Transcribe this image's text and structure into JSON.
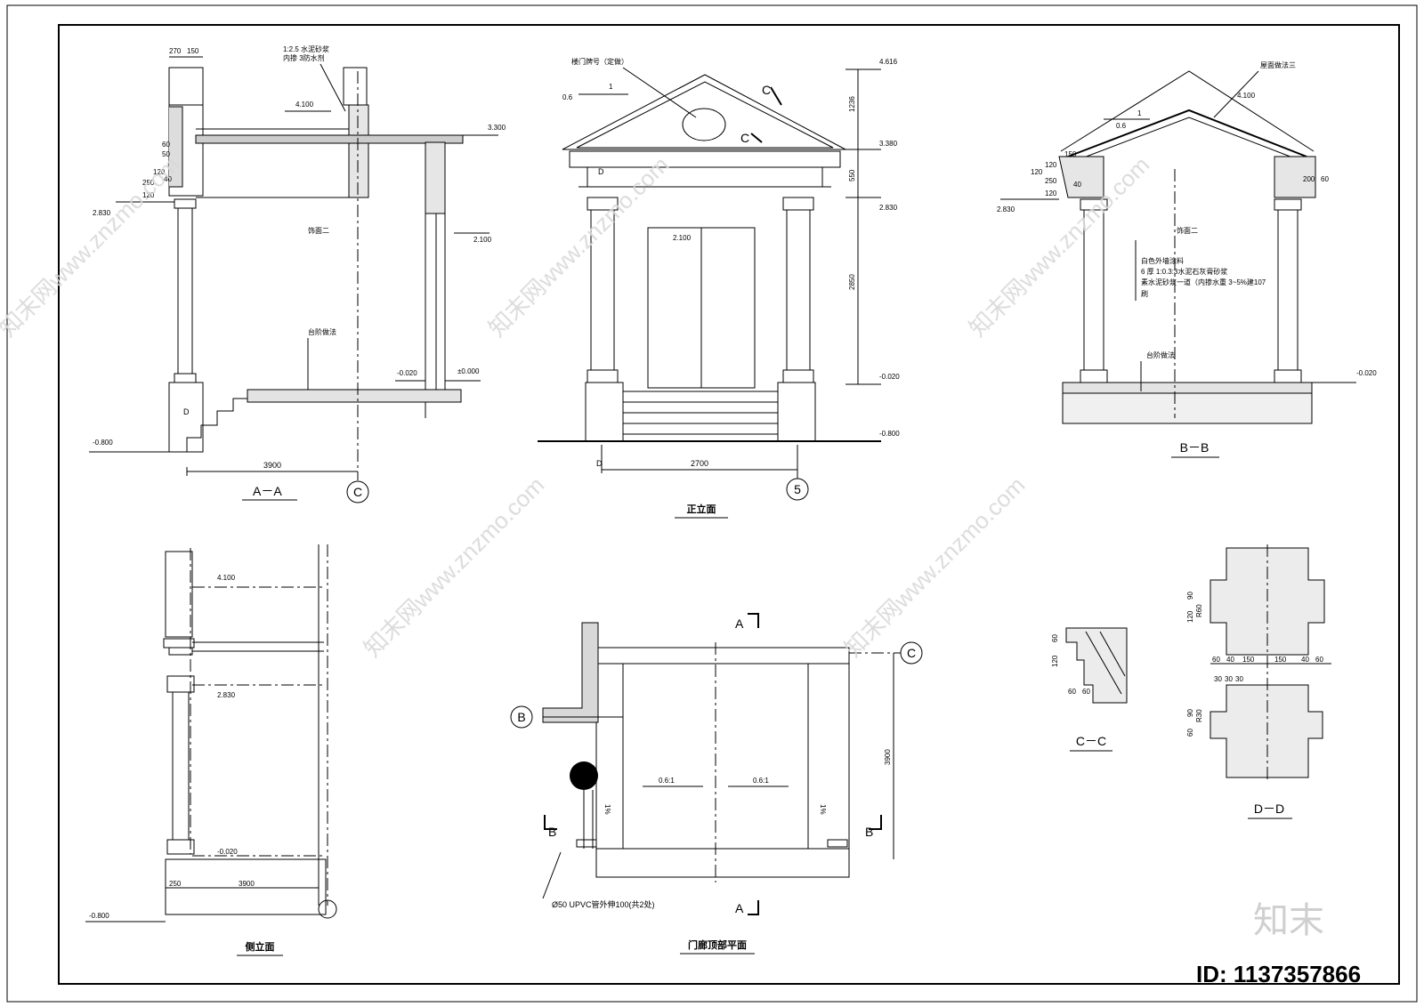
{
  "views": {
    "section_aa": {
      "caption": "A－A",
      "axis": "C",
      "dim_width": "3900",
      "levels": [
        "4.100",
        "3.300",
        "2.830",
        "2.100",
        "±0.000",
        "-0.020",
        "-0.800"
      ],
      "dims_top": [
        "270",
        "150"
      ],
      "dims_left": [
        "60",
        "50",
        "120",
        "40",
        "250",
        "120"
      ],
      "note_mortar_1": "1:2.5 水泥砂浆",
      "note_mortar_2": "内掺 3防水剂",
      "note_finish": "饰面二",
      "note_steps": "台阶做法",
      "grid_d": "D"
    },
    "front_elevation": {
      "caption": "正立面",
      "axis": "5",
      "dim_width": "2700",
      "levels": [
        "4.616",
        "3.380",
        "2.830",
        "2.100",
        "-0.020",
        "-0.800"
      ],
      "vdims": [
        "1236",
        "550",
        "2850"
      ],
      "note_sign": "楼门牌号（定做）",
      "slope": "0.6",
      "slope_one": "1",
      "cut_c1": "C",
      "cut_c2": "C",
      "grid_d": "D"
    },
    "section_bb": {
      "caption": "B－B",
      "levels": [
        "4.100",
        "2.830",
        "-0.020"
      ],
      "slope": "0.6",
      "slope_one": "1",
      "dims_left": [
        "120",
        "250",
        "120",
        "40"
      ],
      "dims_right": [
        "200",
        "60",
        "150",
        "120"
      ],
      "note_roof": "屋面做法三",
      "note_finish": "饰面二",
      "spec": [
        "白色外墙涂料",
        "6 厚 1:0.3:3水泥石灰膏砂浆",
        "素水泥砂浆一道（内掺水重 3~5%建107",
        "刷"
      ],
      "note_steps": "台阶做法"
    },
    "side_elevation": {
      "caption": "侧立面",
      "levels": [
        "4.100",
        "2.830",
        "-0.020",
        "-0.800"
      ],
      "dims": [
        "250",
        "3900"
      ]
    },
    "roof_plan": {
      "caption": "门廊顶部平面",
      "axis_c": "C",
      "axis_b": "B",
      "dim_depth": "3900",
      "cut_a_top": "A",
      "cut_a_bottom": "A",
      "cut_b_left": "B",
      "cut_b_right": "B",
      "slope_left": "0.6:1",
      "slope_right": "0.6:1",
      "pct_left": "1%",
      "pct_right": "1%",
      "drain_note": "Ø50 UPVC管外伸100(共2处)"
    },
    "detail_cc": {
      "caption": "C－C",
      "dims_v": [
        "60",
        "120"
      ],
      "dims_h": [
        "60",
        "60"
      ]
    },
    "detail_dd": {
      "caption": "D－D",
      "dims_top_v": [
        "90",
        "120",
        "R60"
      ],
      "dims_mid": [
        "60",
        "40",
        "150",
        "150",
        "40",
        "60"
      ],
      "dims_bot_top": [
        "30",
        "30",
        "30"
      ],
      "dims_bot_v": [
        "90",
        "60",
        "R30"
      ]
    }
  },
  "watermark": {
    "brand_logo": "知末",
    "site": "知末网www.znzmo.com",
    "id_label": "ID: 1137357866"
  }
}
